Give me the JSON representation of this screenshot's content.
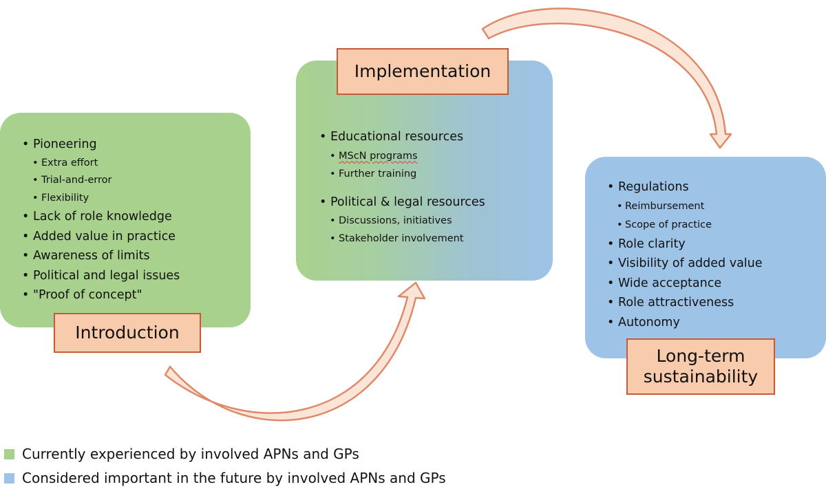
{
  "introduction": {
    "label": "Introduction",
    "items": [
      {
        "text": "Pioneering",
        "level": 1
      },
      {
        "text": "Extra effort",
        "level": 2
      },
      {
        "text": "Trial-and-error",
        "level": 2
      },
      {
        "text": "Flexibility",
        "level": 2
      },
      {
        "text": "Lack of role knowledge",
        "level": 1
      },
      {
        "text": "Added value in practice",
        "level": 1
      },
      {
        "text": "Awareness of limits",
        "level": 1
      },
      {
        "text": "Political and legal issues",
        "level": 1
      },
      {
        "text": "\"Proof of concept\"",
        "level": 1
      }
    ]
  },
  "implementation": {
    "label": "Implementation",
    "items": [
      {
        "text": "Educational resources",
        "level": 1
      },
      {
        "text": "MScN programs",
        "level": 2
      },
      {
        "text": "Further training",
        "level": 2
      },
      {
        "text": "Political & legal resources",
        "level": 1
      },
      {
        "text": "Discussions, initiatives",
        "level": 2
      },
      {
        "text": "Stakeholder involvement",
        "level": 2
      }
    ]
  },
  "long_term": {
    "label_line1": "Long-term",
    "label_line2": "sustainability",
    "items": [
      {
        "text": "Regulations",
        "level": 1
      },
      {
        "text": "Reimbursement",
        "level": 2
      },
      {
        "text": "Scope of practice",
        "level": 2
      },
      {
        "text": "Role clarity",
        "level": 1
      },
      {
        "text": "Visibility of added value",
        "level": 1
      },
      {
        "text": "Wide acceptance",
        "level": 1
      },
      {
        "text": "Role attractiveness",
        "level": 1
      },
      {
        "text": "Autonomy",
        "level": 1
      }
    ]
  },
  "legend": [
    {
      "text": "Currently experienced by involved APNs and GPs",
      "color": "#a9d18e"
    },
    {
      "text": "Considered important in the future by involved APNs and GPs",
      "color": "#9dc3e6"
    }
  ],
  "colors": {
    "green": "#a9d18e",
    "blue": "#9dc3e6",
    "label_fill": "#f8cbad",
    "label_border": "#c55a3a"
  }
}
